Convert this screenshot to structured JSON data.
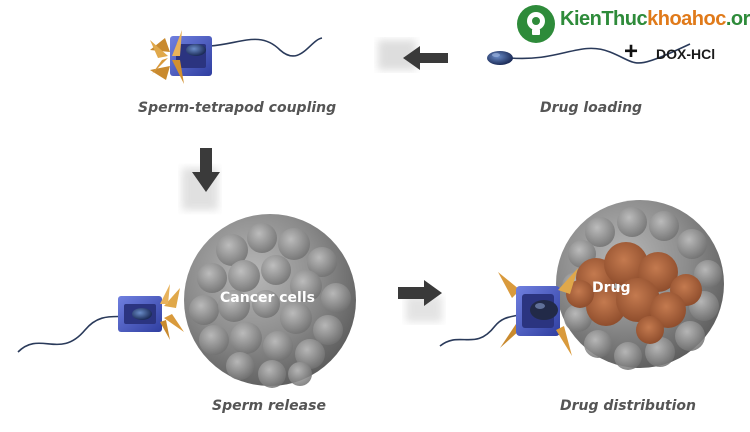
{
  "logo": {
    "part1": "KienThuc",
    "part2": "khoahoc",
    "part3": ".org"
  },
  "labels": {
    "coupling": "Sperm-tetrapod coupling",
    "loading": "Drug loading",
    "release": "Sperm release",
    "distribution": "Drug distribution",
    "cancer_cells": "Cancer cells",
    "drug": "Drug",
    "dox": "DOX-HCl",
    "plus": "+"
  },
  "colors": {
    "tetrapod_blue": "#4a5cc8",
    "arm_orange": "#d99a3c",
    "cell_gray": "#8a8a8a",
    "drug_brown": "#a5603b",
    "arrow": "#3a3a3a",
    "logo_green": "#2e8b3a",
    "logo_orange": "#e07a1a"
  }
}
